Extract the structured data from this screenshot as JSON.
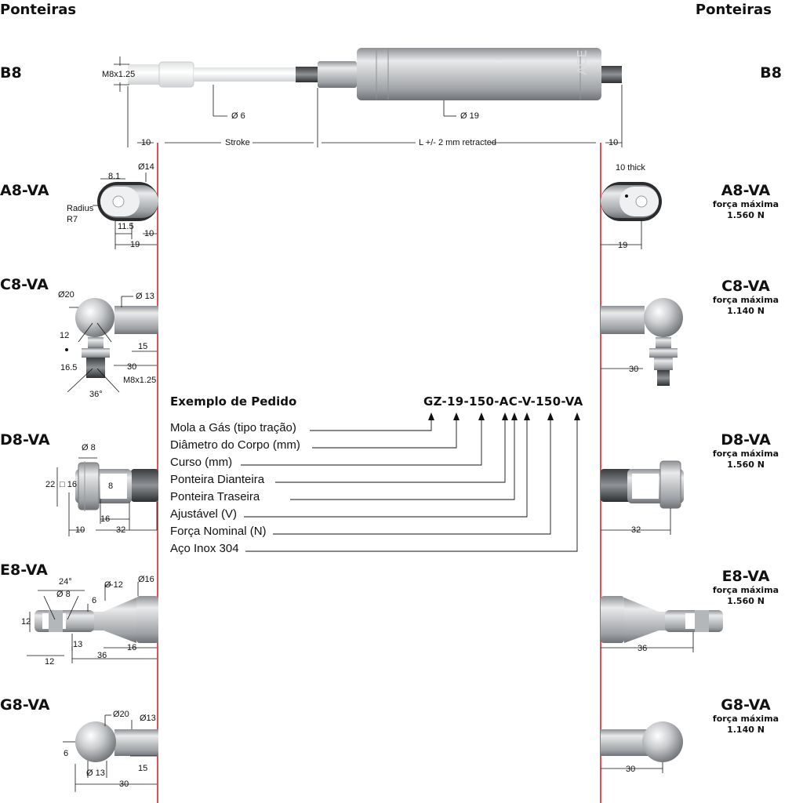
{
  "header": {
    "left": "Ponteiras",
    "right": "Ponteiras"
  },
  "body_brand": "ACE",
  "rows": [
    {
      "code": "B8",
      "code_right": "B8",
      "forca_label": "",
      "forca_value": ""
    },
    {
      "code": "A8-VA",
      "code_right": "A8-VA",
      "forca_label": "força máxima",
      "forca_value": "1.560 N"
    },
    {
      "code": "C8-VA",
      "code_right": "C8-VA",
      "forca_label": "força máxima",
      "forca_value": "1.140 N"
    },
    {
      "code": "D8-VA",
      "code_right": "D8-VA",
      "forca_label": "força máxima",
      "forca_value": "1.560 N"
    },
    {
      "code": "E8-VA",
      "code_right": "E8-VA",
      "forca_label": "força máxima",
      "forca_value": "1.560 N"
    },
    {
      "code": "G8-VA",
      "code_right": "G8-VA",
      "forca_label": "força máxima",
      "forca_value": "1.140 N"
    }
  ],
  "b8_dims": {
    "thread": "M8x1.25",
    "rod_dia": "Ø 6",
    "body_dia": "Ø 19",
    "left_len": "10",
    "stroke": "Stroke",
    "length": "L +/- 2 mm retracted",
    "right_len": "10"
  },
  "a8_dims": {
    "w1": "8.1",
    "dia": "Ø14",
    "radius": "Radius\nR7",
    "r_line1": "Radius",
    "r_line2": "R7",
    "d1": "11.5",
    "d2": "10",
    "d3": "19",
    "thick": "10 thick",
    "right_len": "19"
  },
  "c8_dims": {
    "ball": "Ø20",
    "shank": "Ø 13",
    "h": "12",
    "a": "15",
    "b": "16.5",
    "c": "30",
    "thread": "M8x1.25",
    "angle": "36°",
    "right_len": "30"
  },
  "d8_dims": {
    "pin": "Ø 8",
    "h1": "22",
    "sq": "□ 16",
    "w": "8",
    "l1": "16",
    "l2": "10",
    "l3": "32",
    "right_len": "32"
  },
  "e8_dims": {
    "angle": "24°",
    "pin": "Ø 8",
    "dia12": "Ø 12",
    "dia16": "Ø16",
    "six": "6",
    "h": "12",
    "w": "13",
    "l1": "16",
    "l2": "12",
    "l3": "36",
    "right_len": "36"
  },
  "g8_dims": {
    "ball": "Ø20",
    "shank": "Ø13",
    "h": "6",
    "neck": "Ø 13",
    "a": "15",
    "b": "30",
    "right_len": "30"
  },
  "example": {
    "title": "Exemplo de Pedido",
    "code": "GZ-19-150-AC-V-150-VA",
    "labels": [
      "Mola a Gás (tipo tração)",
      "Diâmetro do Corpo (mm)",
      "Curso (mm)",
      "Ponteira Dianteira",
      "Ponteira Traseira",
      "Ajustável (V)",
      "Força Nominal (N)",
      "Aço Inox 304"
    ]
  },
  "colors": {
    "red_line": "#d7262e",
    "metal": "#b9bcbf"
  }
}
